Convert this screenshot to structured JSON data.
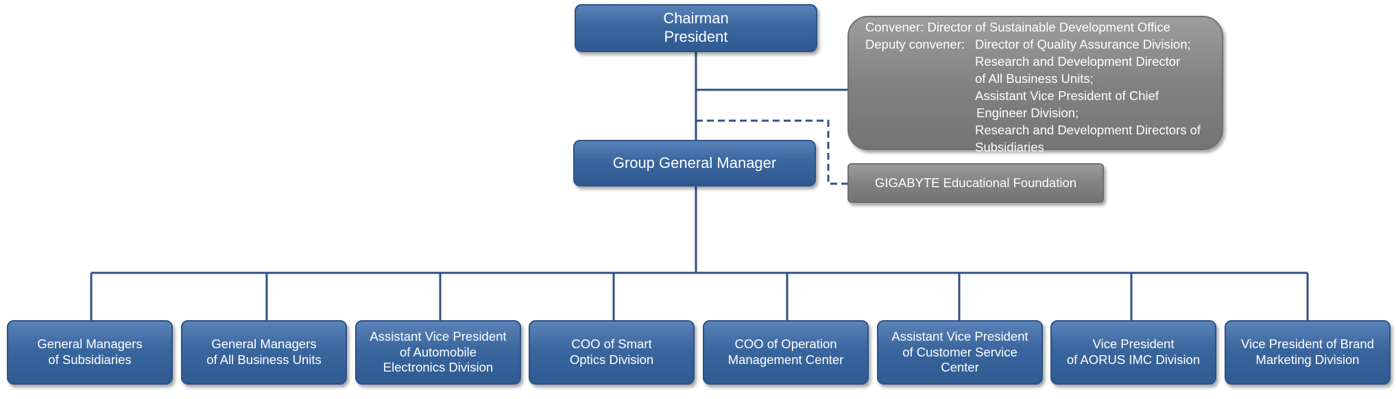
{
  "top": {
    "line1": "Chairman",
    "line2": "President"
  },
  "committee": {
    "convener_label": "Convener:",
    "convener_value": "Director of Sustainable Development Office",
    "deputy_label": "Deputy convener:",
    "deputy_lines": [
      "Director of Quality Assurance Division;",
      "Research and Development Director",
      "of All Business Units;",
      "Assistant Vice President of Chief",
      "Engineer Division;",
      "Research and Development Directors of",
      "Subsidiaries"
    ]
  },
  "group_gm": "Group General Manager",
  "foundation": "GIGABYTE Educational Foundation",
  "divisions": [
    {
      "line1": "General Managers",
      "line2": "of Subsidiaries"
    },
    {
      "line1": "General Managers",
      "line2": "of All Business Units"
    },
    {
      "line1": "Assistant Vice President",
      "line2": "of Automobile",
      "line3": "Electronics Division"
    },
    {
      "line1": "COO of Smart",
      "line2": "Optics Division"
    },
    {
      "line1": "COO of Operation",
      "line2": "Management Center"
    },
    {
      "line1": "Assistant Vice President",
      "line2": "of Customer Service",
      "line3": "Center"
    },
    {
      "line1": "Vice President",
      "line2": "of AORUS IMC Division"
    },
    {
      "line1": "Vice President of Brand",
      "line2": "Marketing Division"
    }
  ],
  "colors": {
    "box_blue": "#3a669e",
    "box_gray": "#828282",
    "connector": "#2f4f86"
  }
}
